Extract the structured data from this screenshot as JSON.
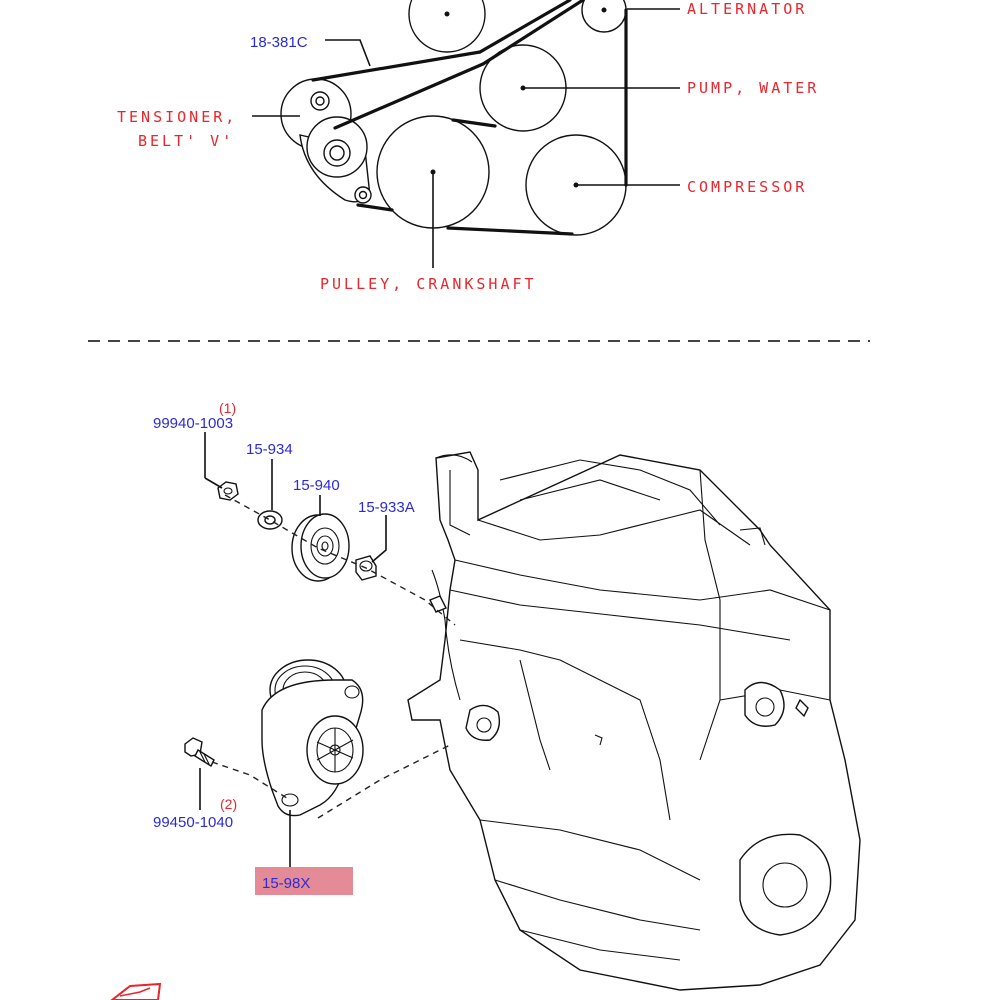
{
  "belt_diagram": {
    "labels": {
      "alternator": "ALTERNATOR",
      "pump_water": "PUMP, WATER",
      "tensioner_line1": "TENSIONER,",
      "tensioner_line2": "BELT' V'",
      "compressor": "COMPRESSOR",
      "pulley_crankshaft": "PULLEY, CRANKSHAFT"
    },
    "part_numbers": {
      "belt": "18-381C"
    }
  },
  "exploded_view": {
    "parts": [
      {
        "number": "99940-1003",
        "qty": "(1)"
      },
      {
        "number": "15-934"
      },
      {
        "number": "15-940"
      },
      {
        "number": "15-933A"
      },
      {
        "number": "99450-1040",
        "qty": "(2)"
      },
      {
        "number": "15-98X",
        "highlighted": true
      }
    ]
  },
  "colors": {
    "label_red": "#e8262d",
    "part_blue": "#2b2bd6",
    "highlight": "#e58b97"
  },
  "corner_logo": "fwd-logo-icon"
}
